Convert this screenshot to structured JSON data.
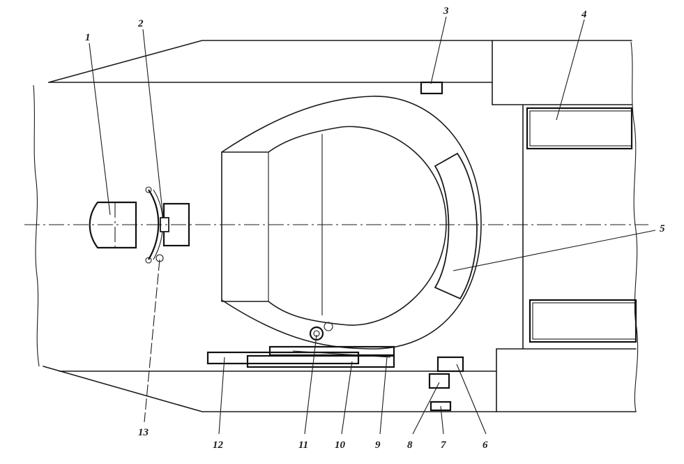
{
  "callouts": [
    {
      "id": "1",
      "label": "1"
    },
    {
      "id": "2",
      "label": "2"
    },
    {
      "id": "3",
      "label": "3"
    },
    {
      "id": "4",
      "label": "4"
    },
    {
      "id": "5",
      "label": "5"
    },
    {
      "id": "6",
      "label": "6"
    },
    {
      "id": "7",
      "label": "7"
    },
    {
      "id": "8",
      "label": "8"
    },
    {
      "id": "9",
      "label": "9"
    },
    {
      "id": "10",
      "label": "10"
    },
    {
      "id": "11",
      "label": "11"
    },
    {
      "id": "12",
      "label": "12"
    },
    {
      "id": "13",
      "label": "13"
    }
  ],
  "colors": {
    "line": "#1a1a1a",
    "background": "#ffffff"
  }
}
